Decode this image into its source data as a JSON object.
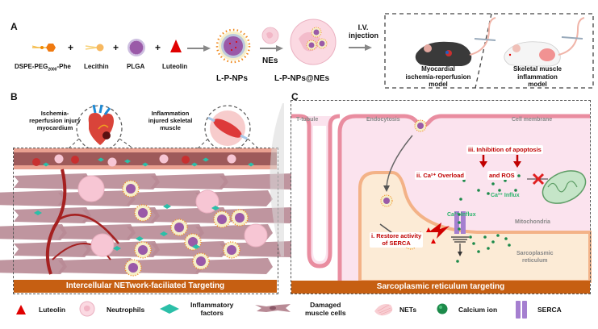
{
  "panel_a": {
    "letter": "A",
    "components": [
      {
        "name": "DSPE-PEG",
        "subscript": "2000",
        "suffix": "-Phe"
      },
      {
        "name": "Lecithin"
      },
      {
        "name": "PLGA"
      },
      {
        "name": "Luteolin"
      }
    ],
    "plus": "+",
    "product_1": "L-P-NPs",
    "step_label": "NEs",
    "product_2": "L-P-NPs@NEs",
    "injection_label_1": "I.V.",
    "injection_label_2": "injection",
    "models": [
      {
        "line1": "Myocardial",
        "line2": "ischemia-reperfusion",
        "line3": "model"
      },
      {
        "line1": "Skeletal muscle",
        "line2": "inflammation",
        "line3": "model"
      }
    ]
  },
  "panel_b": {
    "letter": "B",
    "callout_heart": {
      "line1": "Ischemia-",
      "line2": "reperfusion injury",
      "line3": "myocardium"
    },
    "callout_muscle": {
      "line1": "Inflammation",
      "line2": "injured skeletal",
      "line3": "muscle"
    },
    "banner": "Intercellular NETwork-faciliated Targeting"
  },
  "panel_c": {
    "letter": "C",
    "labels": {
      "t_tubule": "T-tubule",
      "endocytosis": "Endocytosis",
      "cell_membrane": "Cell membrane",
      "mitochondria": "Mitochondria",
      "sr_1": "Sarcoplasmic",
      "sr_2": "reticulum"
    },
    "steps": {
      "step3": "iii. Inhibition of apoptosis",
      "step2_a": "ii. Ca²⁺ Overload",
      "step2_b": "and ROS",
      "step1_a": "i. Restore activity",
      "step1_b": "of SERCA"
    },
    "influx": "Ca²⁺ Influx",
    "banner": "Sarcoplasmic reticulum targeting"
  },
  "legend": [
    {
      "icon": "luteolin-triangle-icon",
      "label": "Luteolin"
    },
    {
      "icon": "neutrophil-icon",
      "label": "Neutrophils"
    },
    {
      "icon": "inflammatory-factor-diamond-icon",
      "label_1": "Inflammatory",
      "label_2": "factors"
    },
    {
      "icon": "damaged-muscle-cell-icon",
      "label_1": "Damaged",
      "label_2": "muscle cells"
    },
    {
      "icon": "nets-icon",
      "label": "NETs"
    },
    {
      "icon": "calcium-ion-icon",
      "label": "Calcium ion"
    },
    {
      "icon": "serca-icon",
      "label": "SERCA"
    }
  ],
  "colors": {
    "banner": "#c65f12",
    "luteolin": "#e00000",
    "inflammatory": "#2bbfa8",
    "calcium": "#1c8a4a",
    "serca": "#a57fd0",
    "vessel": "#a52020",
    "muscle": "#b88a95"
  }
}
